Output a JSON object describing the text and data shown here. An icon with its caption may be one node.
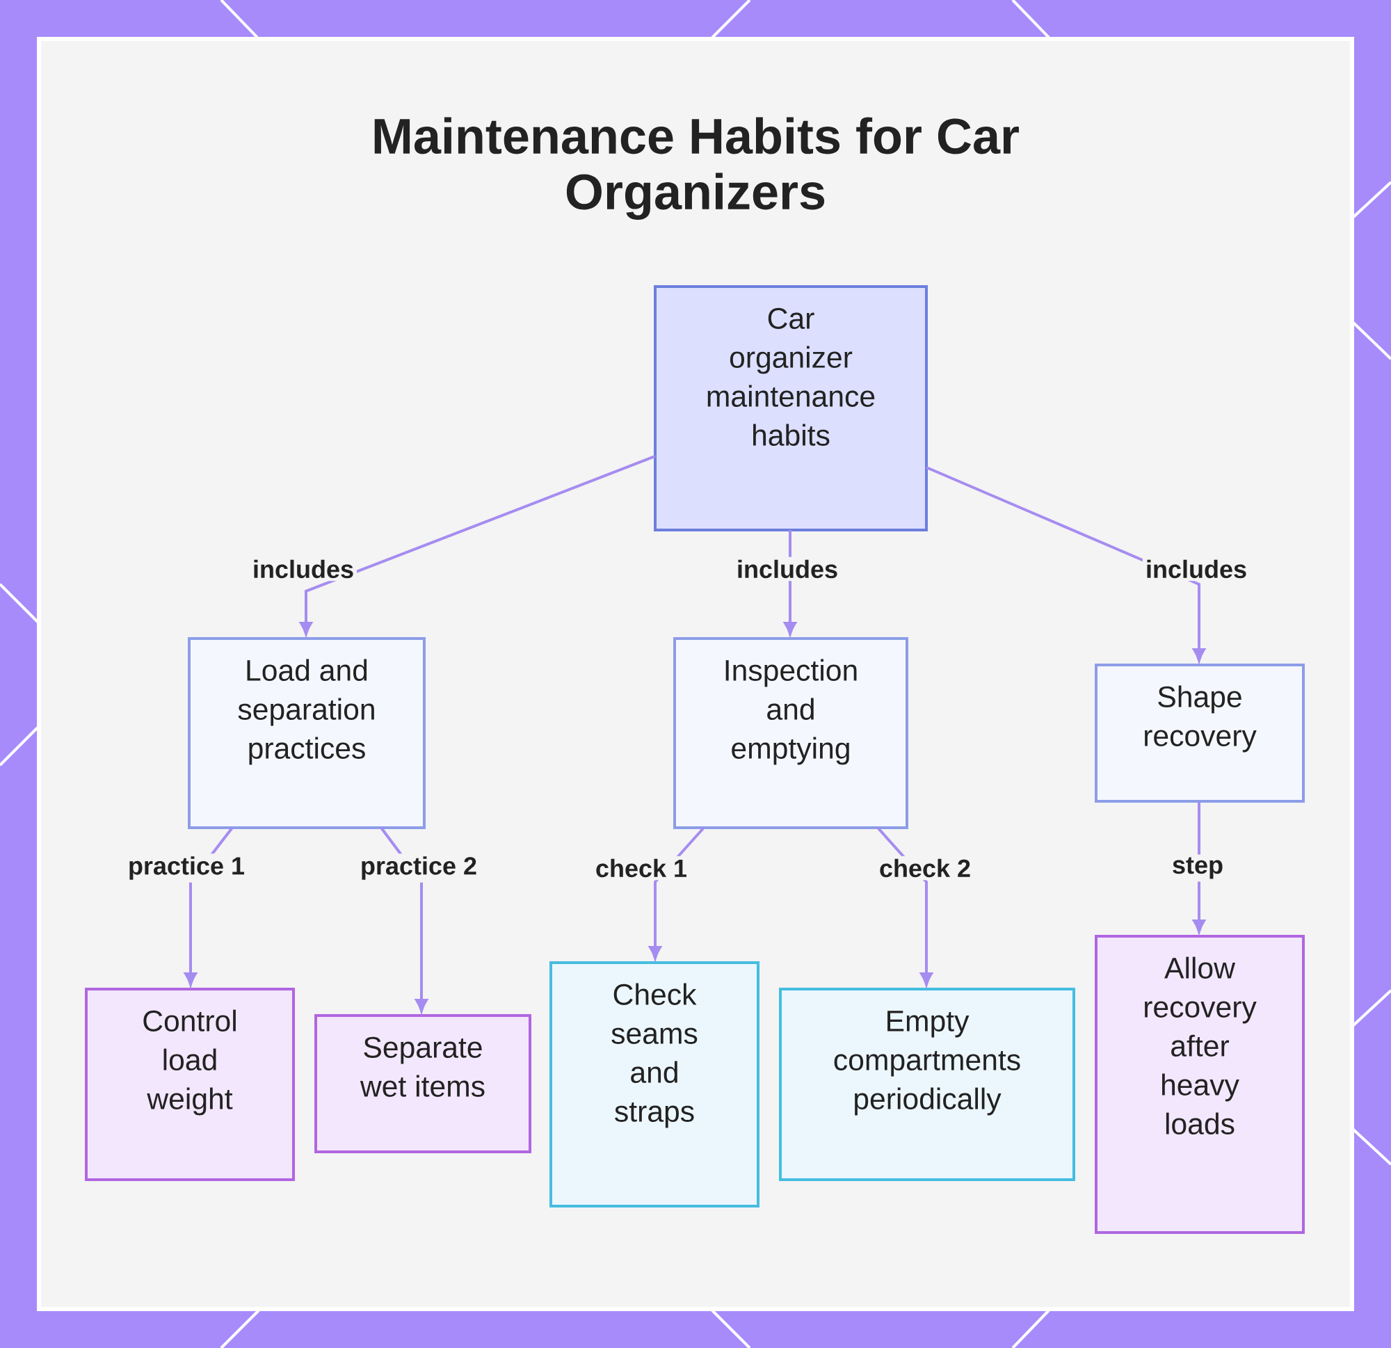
{
  "diagram": {
    "title": "Maintenance Habits for Car Organizers",
    "nodes": [
      {
        "text": [
          "Car organizer maintenance habits"
        ]
      },
      {
        "text": [
          "Load and separation practices"
        ]
      },
      {
        "text": [
          "Inspection and emptying"
        ]
      },
      {
        "text": [
          "Shape recovery"
        ]
      },
      {
        "text": [
          "Control load weight"
        ]
      },
      {
        "text": [
          "Separate wet items"
        ]
      },
      {
        "text": [
          "Check seams and straps"
        ]
      },
      {
        "text": [
          "Empty compartments periodically"
        ]
      },
      {
        "text": [
          "Allow recovery after heavy loads"
        ]
      }
    ],
    "edges": [
      {
        "from": 0,
        "to": 1,
        "arrow": "to",
        "label": "includes"
      },
      {
        "from": 0,
        "to": 2,
        "arrow": "to",
        "label": "includes"
      },
      {
        "from": 0,
        "to": 3,
        "arrow": "to",
        "label": "includes"
      },
      {
        "from": 1,
        "to": 4,
        "arrow": "to",
        "label": "practice 1"
      },
      {
        "from": 1,
        "to": 5,
        "arrow": "to",
        "label": "practice 2"
      },
      {
        "from": 2,
        "to": 6,
        "arrow": "to",
        "label": "check 1"
      },
      {
        "from": 2,
        "to": 7,
        "arrow": "to",
        "label": "check 2"
      },
      {
        "from": 3,
        "to": 8,
        "arrow": "to",
        "label": "step"
      }
    ]
  }
}
